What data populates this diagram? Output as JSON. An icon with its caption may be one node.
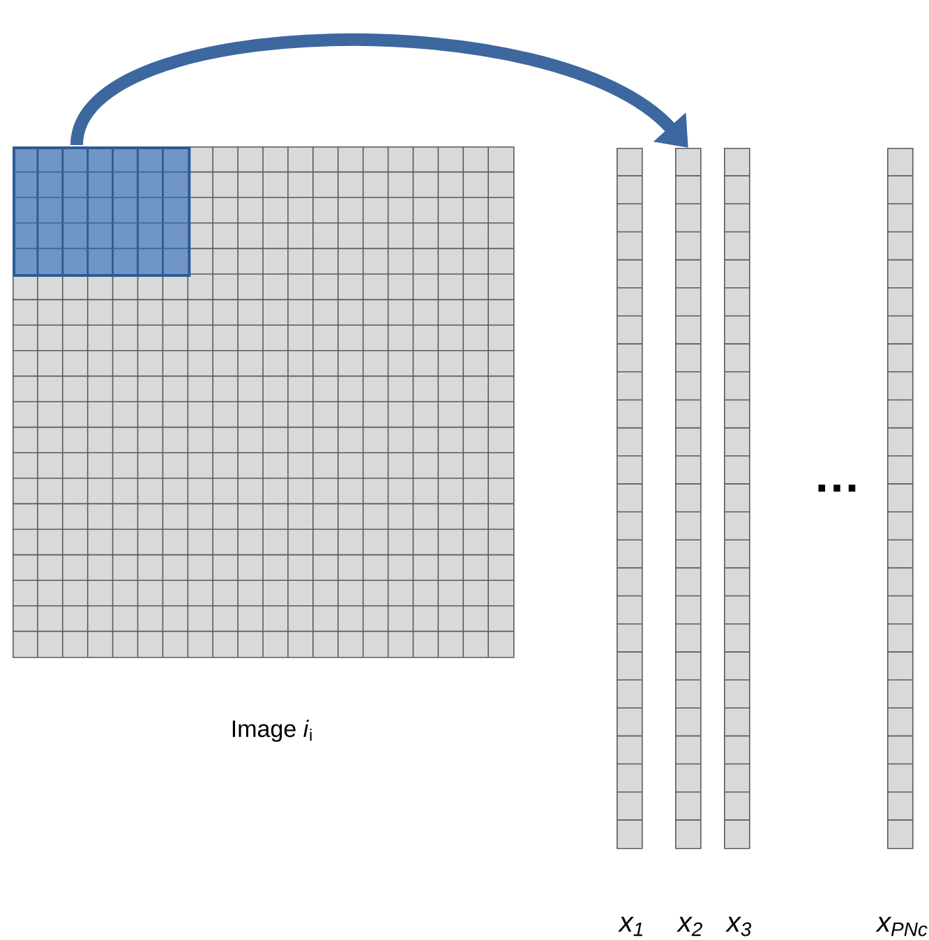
{
  "diagram": {
    "nodes": [
      {
        "text": [
          "Image *i*$_{i}$"
        ]
      },
      {
        "text": [],
        "shape": "box",
        "in": 0
      },
      {
        "text": [
          "x$_{1}$"
        ]
      },
      {
        "text": [
          "x$_{2}$"
        ]
      },
      {
        "text": [
          "x$_{3}$"
        ]
      },
      {
        "text": [
          "x$_{PNc}$"
        ]
      }
    ],
    "edges": [
      {
        "from": 1,
        "to": 3,
        "arrow": "to"
      }
    ],
    "labels": [
      "…"
    ]
  }
}
